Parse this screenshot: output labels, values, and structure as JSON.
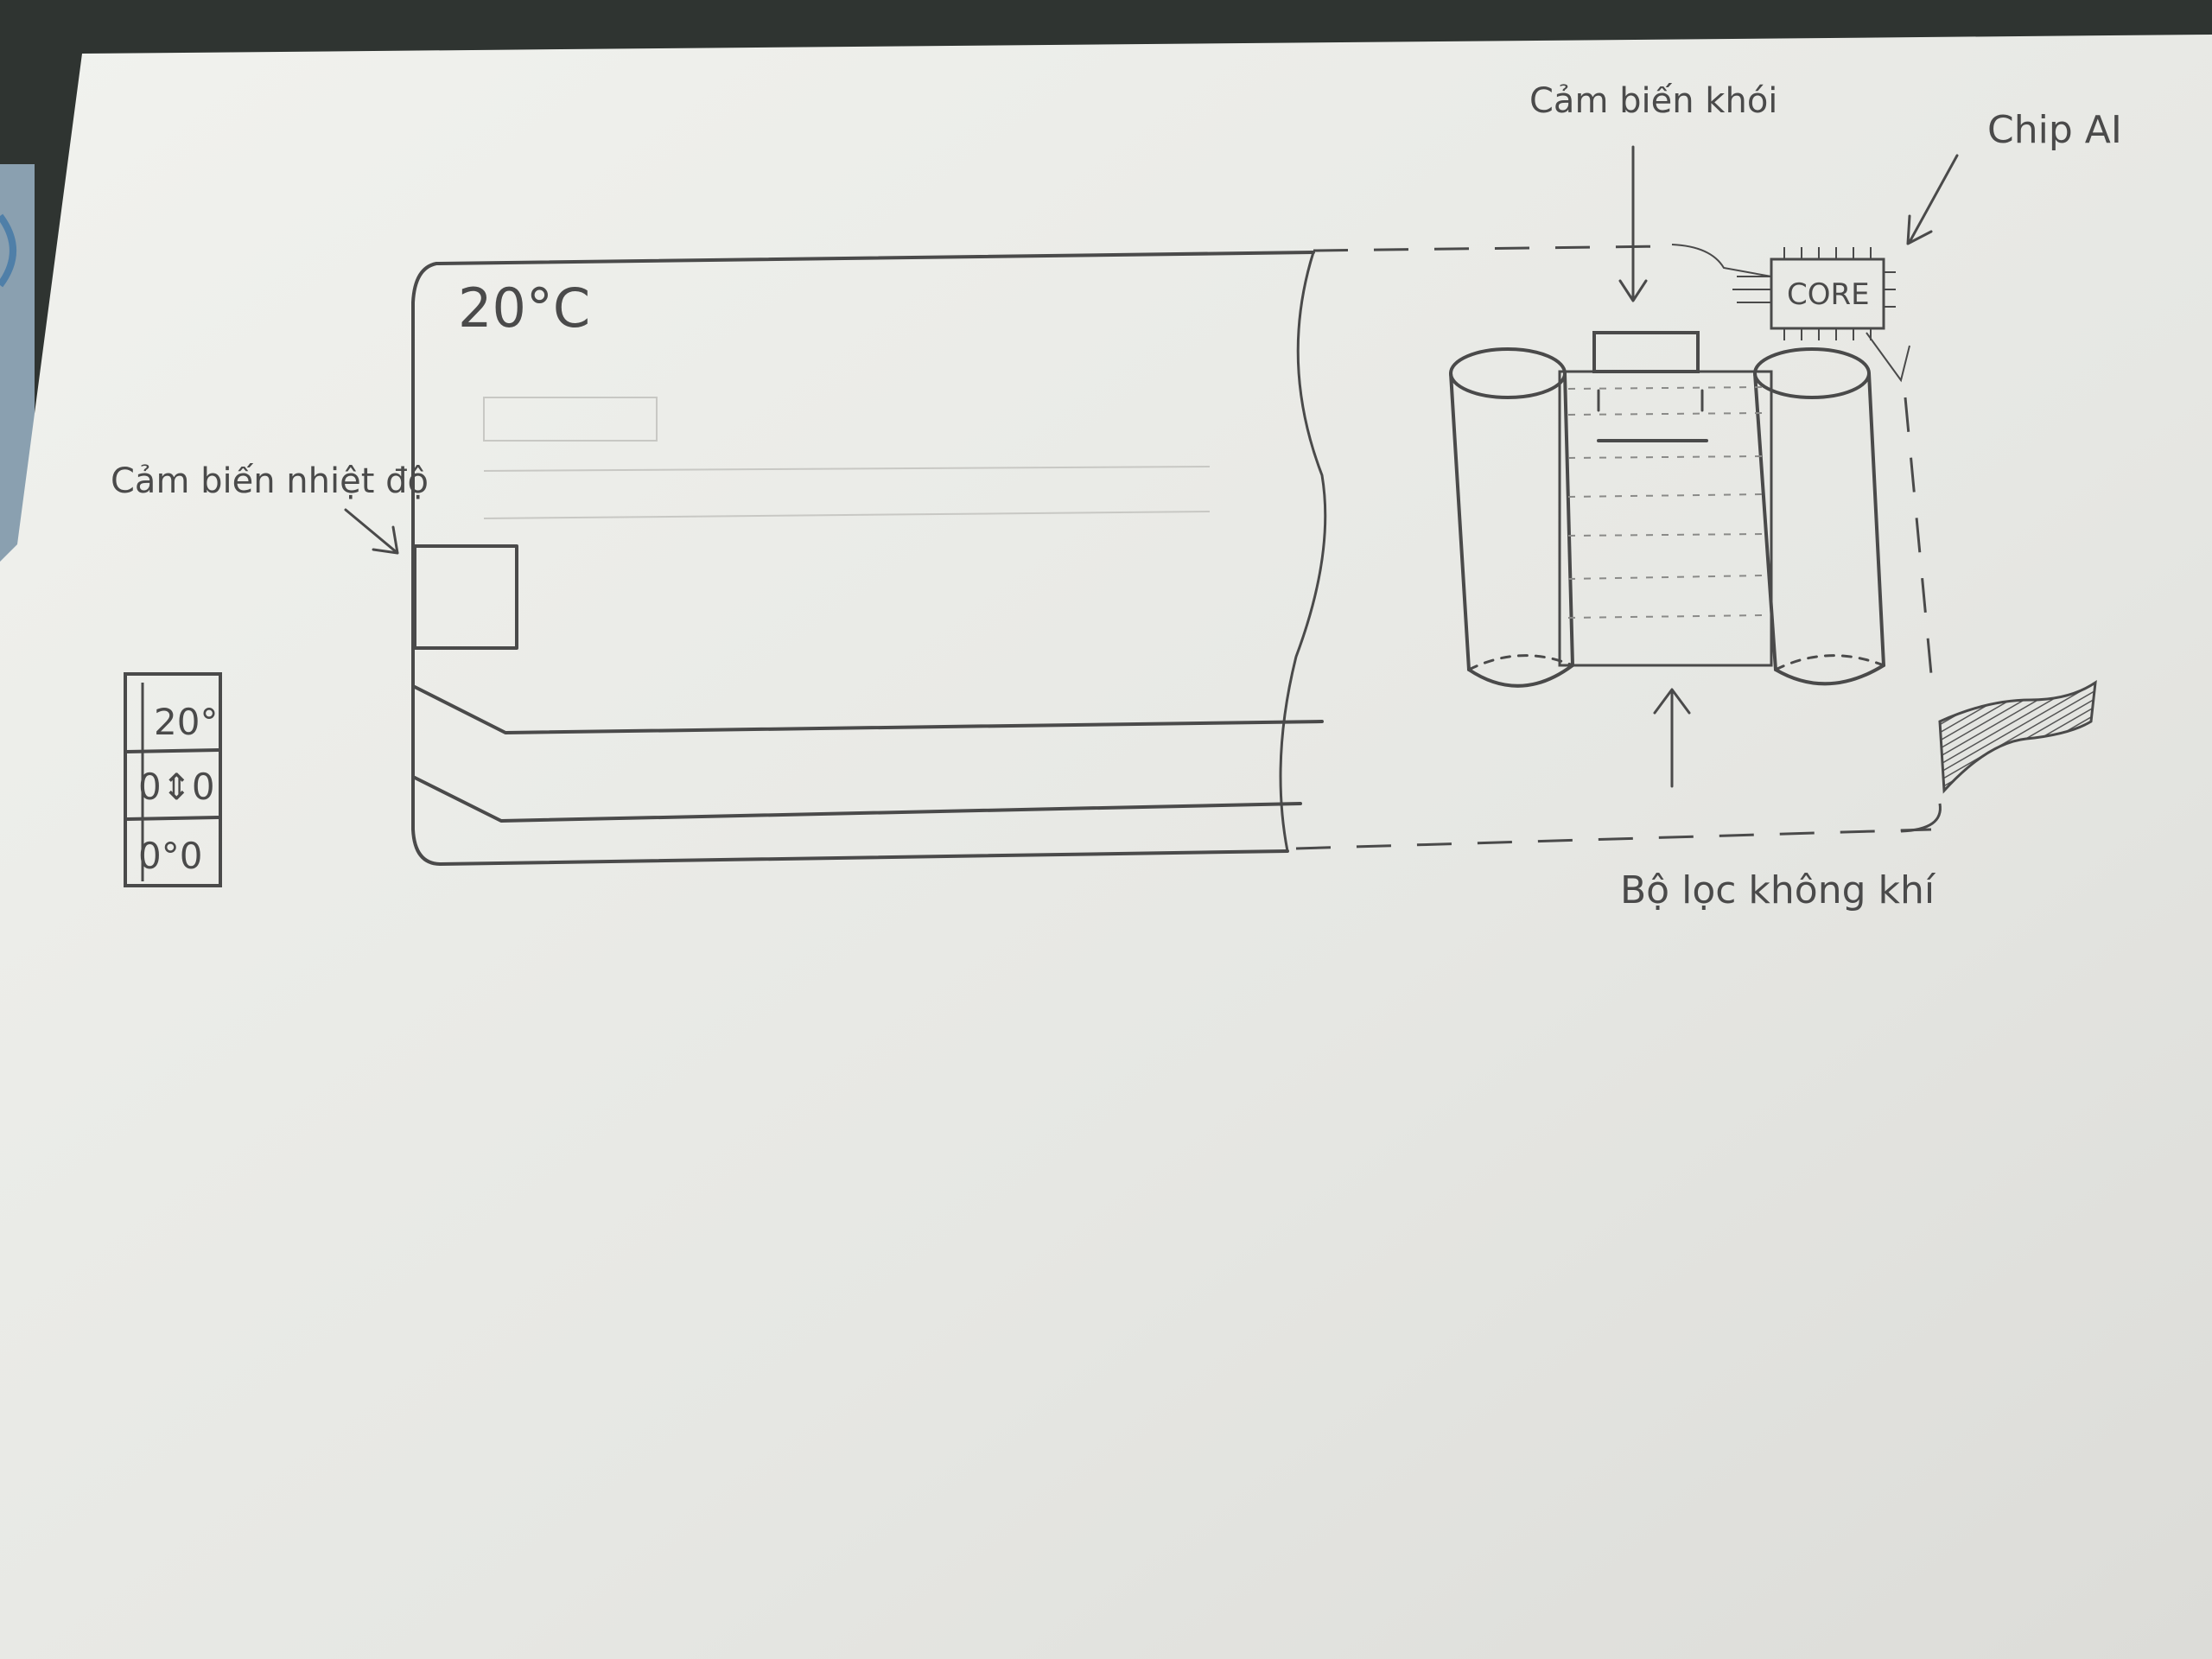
{
  "labels": {
    "display_temp": "20°C",
    "temp_sensor": "Cảm biến nhiệt độ",
    "smoke_sensor": "Cảm biến khói",
    "ai_chip": "Chip AI",
    "chip_text": "CORE",
    "air_filter": "Bộ lọc không khí"
  },
  "remote": {
    "temp": "20°",
    "mode": "0⇕0",
    "fan": "0°0"
  },
  "colors": {
    "pencil": "#4a4a4a",
    "paper": "#e9eae6",
    "background": "#3a3f3b",
    "accent_edge": "#4f7fa8"
  }
}
